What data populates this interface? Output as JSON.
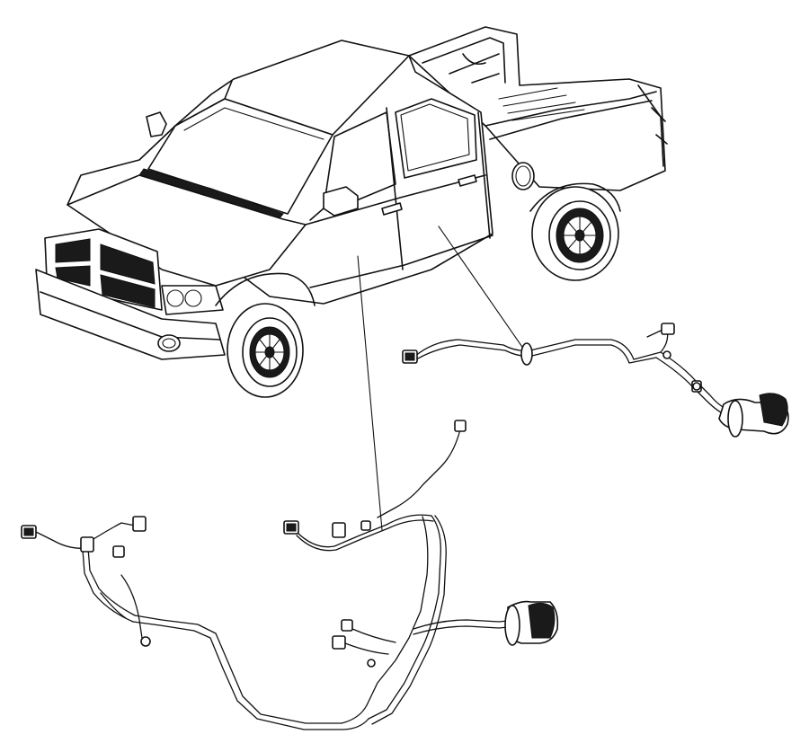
{
  "figure": {
    "subject": "pickup-truck-door-wiring-harness",
    "parts": [
      {
        "id": "front-door-harness"
      },
      {
        "id": "rear-door-harness"
      }
    ]
  }
}
